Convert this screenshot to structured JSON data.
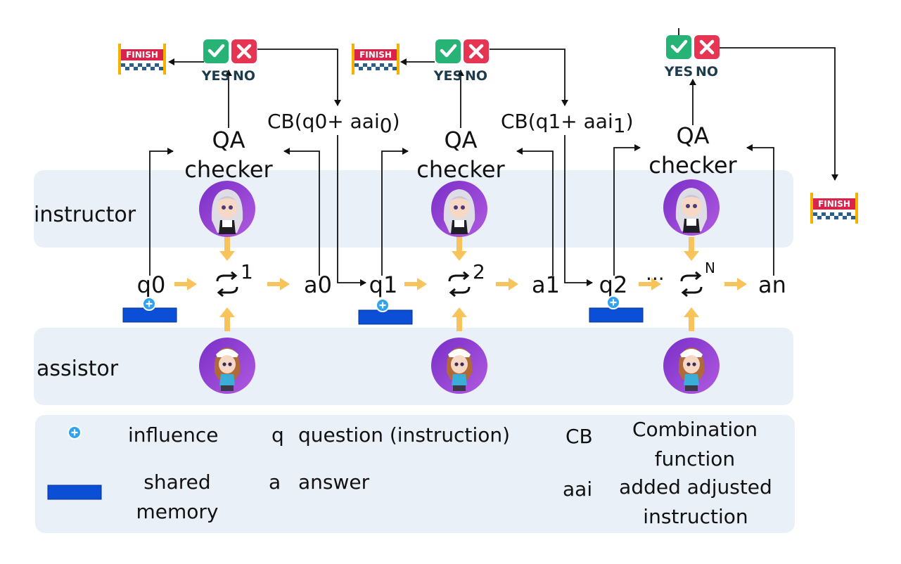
{
  "bands": {
    "instructor_label": "instructor",
    "assistor_label": "assistor"
  },
  "stages": [
    {
      "checker_line1": "QA",
      "checker_line2": "checker",
      "q_label": "q0",
      "a_label": "a0",
      "step_sup": "1"
    },
    {
      "checker_line1": "QA",
      "checker_line2": "checker",
      "q_label": "q1",
      "a_label": "a1",
      "step_sup": "2"
    },
    {
      "checker_line1": "QA",
      "checker_line2": "checker",
      "q_label": "q2",
      "a_label": "an",
      "step_sup": "N"
    }
  ],
  "ellipsis": "...",
  "combos": [
    {
      "prefix": "CB(q0+ aai",
      "sub": "0",
      "suffix": ")"
    },
    {
      "prefix": "CB(q1+ aai",
      "sub": "1",
      "suffix": ")"
    }
  ],
  "verdict": {
    "yes": "YES",
    "no": "NO",
    "finish": "FINISH"
  },
  "legend": {
    "influence": "influence",
    "shared_memory_1": "shared",
    "shared_memory_2": "memory",
    "q_sym": "q",
    "q_desc": "question (instruction)",
    "a_sym": "a",
    "a_desc": "answer",
    "cb_sym": "CB",
    "cb_desc_1": "Combination",
    "cb_desc_2": "function",
    "aai_sym": "aai",
    "aai_desc_1": "added adjusted",
    "aai_desc_2": "instruction"
  },
  "colors": {
    "band": "#eaf0f8",
    "flow_arrow": "#f7c35a",
    "memory": "#0b4fd6",
    "influence": "#2fa3f0",
    "yes_green": "#27b376",
    "no_red": "#e53553",
    "avatar_purple": "#8f3fd0"
  }
}
